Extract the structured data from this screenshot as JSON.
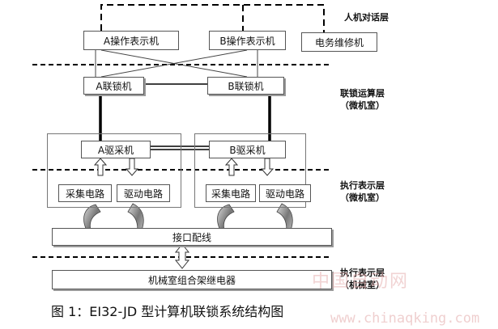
{
  "layers": {
    "hmi": "人机对话层",
    "interlock_line1": "联锁运算层",
    "interlock_line2": "（微机室）",
    "exec_line1": "执行表示层",
    "exec_line2": "（微机室）",
    "exec2_line1": "执行表示层",
    "exec2_line2": "（机械室）"
  },
  "nodes": {
    "op_a": "A操作表示机",
    "op_b": "B操作表示机",
    "maint": "电务维修机",
    "interlock_a": "A联锁机",
    "interlock_b": "B联锁机",
    "driver_a": "A驱采机",
    "driver_b": "B驱采机",
    "collect_a": "采集电路",
    "drive_a": "驱动电路",
    "collect_b": "采集电路",
    "drive_b": "驱动电路",
    "interface": "接口配线",
    "relay": "机械室组合架继电器"
  },
  "caption": "图 1：EI32-JD 型计算机联锁系统结构图",
  "watermark": {
    "cn": "中国自动网",
    "url": "www.chinaqking.com"
  }
}
